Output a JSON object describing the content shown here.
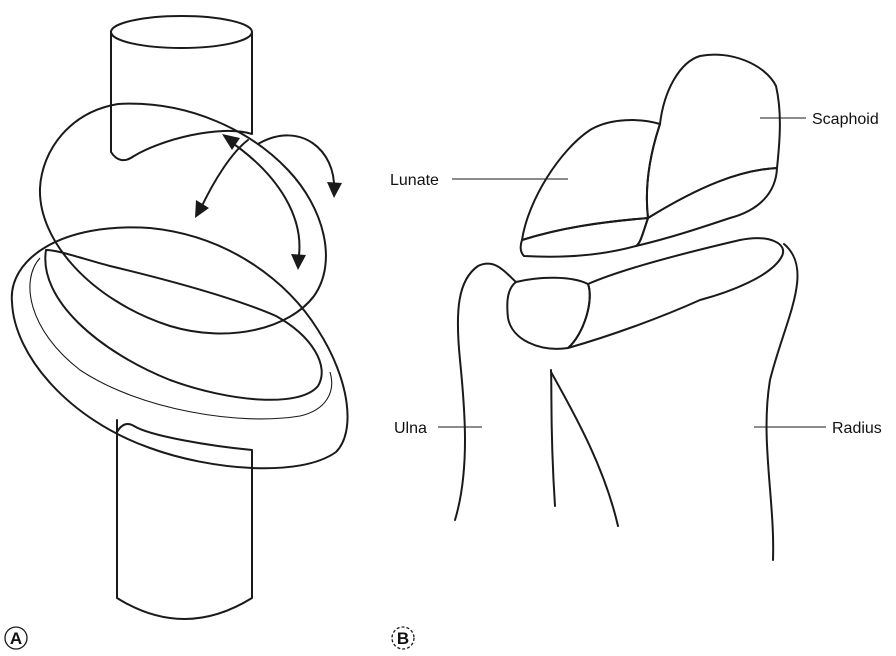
{
  "panel_a": {
    "letter": "A"
  },
  "panel_b": {
    "letter": "B",
    "labels": {
      "scaphoid": "Scaphoid",
      "lunate": "Lunate",
      "ulna": "Ulna",
      "radius": "Radius"
    }
  },
  "colors": {
    "line": "#1a1a1a",
    "shade_dark": "#3a3a3a",
    "shade_light": "#ffffff"
  }
}
